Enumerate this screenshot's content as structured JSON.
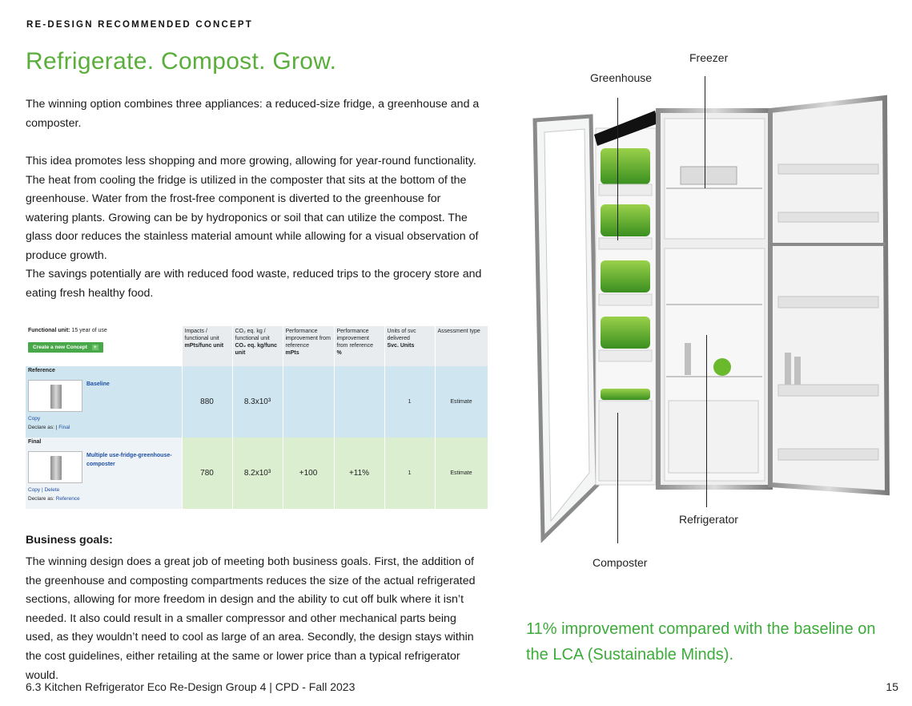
{
  "eyebrow": "RE-DESIGN RECOMMENDED CONCEPT",
  "title": "Refrigerate. Compost. Grow.",
  "paragraphs": {
    "intro": "The winning option combines three appliances: a reduced-size fridge, a greenhouse and a composter.",
    "idea": "This idea promotes less shopping and more growing, allowing for year-round functionality. The heat from cooling the fridge is utilized in the composter that sits at the bottom of the greenhouse. Water from the frost-free component is diverted to the greenhouse for watering plants. Growing can be by hydroponics or soil that can utilize the compost. The glass door reduces the stainless material amount while allowing for a visual observation of produce growth.",
    "savings": "The savings potentially are with reduced food waste, reduced trips to the grocery store and eating fresh healthy food."
  },
  "lca_table": {
    "functional_unit_label": "Functional unit:",
    "functional_unit_value": "15 year of use",
    "create_button": "Create a new Concept",
    "create_button_icon": "+",
    "headers": [
      {
        "line1": "Impacts / functional unit",
        "line2": "mPts/func unit"
      },
      {
        "line1": "CO₂ eq. kg / functional unit",
        "line2": "CO₂ eq. kg/func unit"
      },
      {
        "line1": "Performance improvement from reference",
        "line2": "mPts"
      },
      {
        "line1": "Performance improvement from reference",
        "line2": "%"
      },
      {
        "line1": "Units of svc delivered",
        "line2": "Svc. Units"
      },
      {
        "line1": "Assessment type",
        "line2": ""
      }
    ],
    "rows": [
      {
        "section": "Reference",
        "concept": "Baseline",
        "links_line1": "Copy",
        "declare_label": "Declare as: |",
        "declare_link": "Final",
        "impacts": "880",
        "co2": "8.3x10³",
        "perf_mpts": "",
        "perf_pct": "",
        "units": "1",
        "assessment": "Estimate"
      },
      {
        "section": "Final",
        "concept": "Multiple use-fridge-greenhouse-composter",
        "links_line1": "Copy | Delete",
        "declare_label": "Declare as:",
        "declare_link": "Reference",
        "impacts": "780",
        "co2": "8.2x10³",
        "perf_mpts": "+100",
        "perf_pct": "+11%",
        "units": "1",
        "assessment": "Estimate"
      }
    ]
  },
  "business_goals": {
    "heading": "Business goals:",
    "text": "The winning design does a great job of meeting both business goals. First, the addition of the greenhouse and composting compartments reduces the size of the actual refrigerated sections, allowing for more freedom in design and the ability to cut off bulk where it isn’t needed. It also could result in a smaller compressor and other mechanical parts being used, as they wouldn’t need to cool as large of an area. Secondly, the design stays within the cost guidelines, either retailing at the same or lower price than a typical refrigerator would."
  },
  "callouts": {
    "freezer": "Freezer",
    "greenhouse": "Greenhouse",
    "refrigerator": "Refrigerator",
    "composter": "Composter"
  },
  "result": "11% improvement compared with the baseline on the LCA (Sustainable Minds).",
  "footer": "6.3 Kitchen Refrigerator Eco Re-Design Group 4 | CPD - Fall 2023",
  "page_number": "15",
  "colors": {
    "accent_green": "#5aae3c",
    "result_green": "#3dab3a",
    "reference_row": "#cfe6f0",
    "final_row": "#dbeecf",
    "link_blue": "#1f4ea3"
  }
}
